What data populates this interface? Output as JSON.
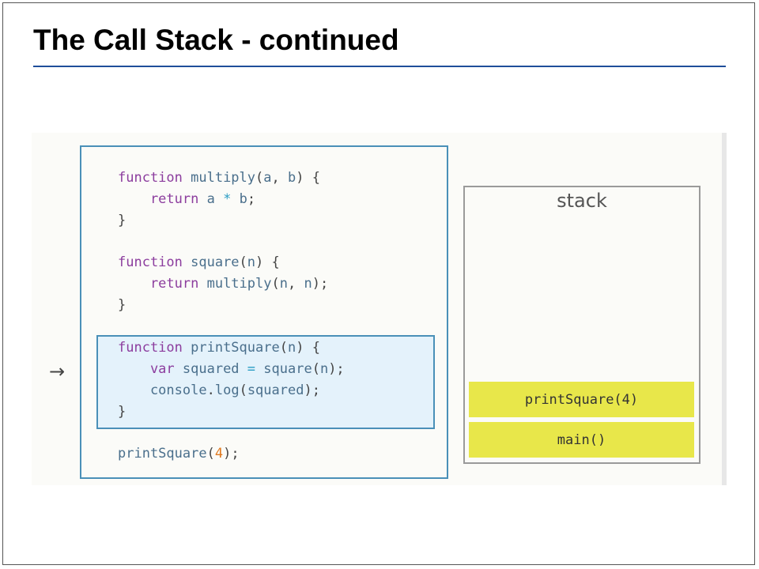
{
  "slide": {
    "title": "The Call Stack - continued"
  },
  "code": {
    "lines": [
      {
        "tokens": [
          {
            "t": "function ",
            "c": "kw"
          },
          {
            "t": "multiply",
            "c": "fn"
          },
          {
            "t": "(",
            "c": "pn"
          },
          {
            "t": "a",
            "c": "fn"
          },
          {
            "t": ", ",
            "c": "pn"
          },
          {
            "t": "b",
            "c": "fn"
          },
          {
            "t": ") {",
            "c": "pn"
          }
        ]
      },
      {
        "tokens": [
          {
            "t": "    return ",
            "c": "kw"
          },
          {
            "t": "a ",
            "c": "fn"
          },
          {
            "t": "*",
            "c": "op"
          },
          {
            "t": " b",
            "c": "fn"
          },
          {
            "t": ";",
            "c": "pn"
          }
        ]
      },
      {
        "tokens": [
          {
            "t": "}",
            "c": "pn"
          }
        ]
      },
      {
        "tokens": []
      },
      {
        "tokens": [
          {
            "t": "function ",
            "c": "kw"
          },
          {
            "t": "square",
            "c": "fn"
          },
          {
            "t": "(",
            "c": "pn"
          },
          {
            "t": "n",
            "c": "fn"
          },
          {
            "t": ") {",
            "c": "pn"
          }
        ]
      },
      {
        "tokens": [
          {
            "t": "    return ",
            "c": "kw"
          },
          {
            "t": "multiply",
            "c": "fn"
          },
          {
            "t": "(",
            "c": "pn"
          },
          {
            "t": "n",
            "c": "fn"
          },
          {
            "t": ", ",
            "c": "pn"
          },
          {
            "t": "n",
            "c": "fn"
          },
          {
            "t": ");",
            "c": "pn"
          }
        ]
      },
      {
        "tokens": [
          {
            "t": "}",
            "c": "pn"
          }
        ]
      },
      {
        "tokens": []
      },
      {
        "tokens": [
          {
            "t": "function ",
            "c": "kw"
          },
          {
            "t": "printSquare",
            "c": "fn"
          },
          {
            "t": "(",
            "c": "pn"
          },
          {
            "t": "n",
            "c": "fn"
          },
          {
            "t": ") {",
            "c": "pn"
          }
        ]
      },
      {
        "tokens": [
          {
            "t": "    var ",
            "c": "kw"
          },
          {
            "t": "squared ",
            "c": "fn"
          },
          {
            "t": "=",
            "c": "op"
          },
          {
            "t": " square",
            "c": "fn"
          },
          {
            "t": "(",
            "c": "pn"
          },
          {
            "t": "n",
            "c": "fn"
          },
          {
            "t": ");",
            "c": "pn"
          }
        ]
      },
      {
        "tokens": [
          {
            "t": "    console",
            "c": "fn"
          },
          {
            "t": ".",
            "c": "pn"
          },
          {
            "t": "log",
            "c": "fn"
          },
          {
            "t": "(",
            "c": "pn"
          },
          {
            "t": "squared",
            "c": "fn"
          },
          {
            "t": ");",
            "c": "pn"
          }
        ]
      },
      {
        "tokens": [
          {
            "t": "}",
            "c": "pn"
          }
        ]
      },
      {
        "tokens": []
      },
      {
        "tokens": [
          {
            "t": "printSquare",
            "c": "fn"
          },
          {
            "t": "(",
            "c": "pn"
          },
          {
            "t": "4",
            "c": "num"
          },
          {
            "t": ");",
            "c": "pn"
          }
        ]
      }
    ]
  },
  "execution_arrow": "→",
  "stack": {
    "title": "stack",
    "frames": [
      "printSquare(4)",
      "main()"
    ]
  },
  "colors": {
    "title_rule": "#1f4e9a",
    "panel_border": "#4a90b8",
    "highlight_fill": "#e4f2fb",
    "stack_frame_fill": "#e8e74a",
    "keyword": "#8c3d9e",
    "identifier": "#4a6f8c",
    "operator": "#2a9dc4",
    "number": "#e07a20"
  },
  "icons": {
    "execution_arrow": "right-arrow-icon"
  }
}
